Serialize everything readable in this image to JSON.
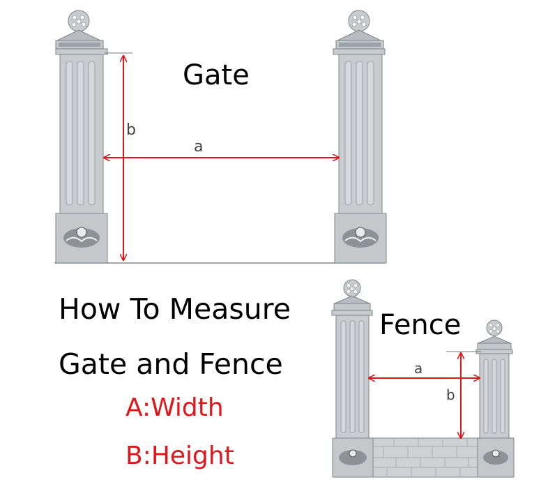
{
  "gate": {
    "title": "Gate",
    "width_label": "a",
    "height_label": "b"
  },
  "fence": {
    "title": "Fence",
    "width_label": "a",
    "height_label": "b"
  },
  "heading": {
    "line1": "How To Measure",
    "line2": "Gate and Fence"
  },
  "legend": {
    "width": "A:Width",
    "height": "B:Height"
  },
  "colors": {
    "arrow": "#e0161b",
    "pillar": "#c9cccf",
    "pillar_dark": "#9aa0a5",
    "legend_text": "#e0161b"
  }
}
